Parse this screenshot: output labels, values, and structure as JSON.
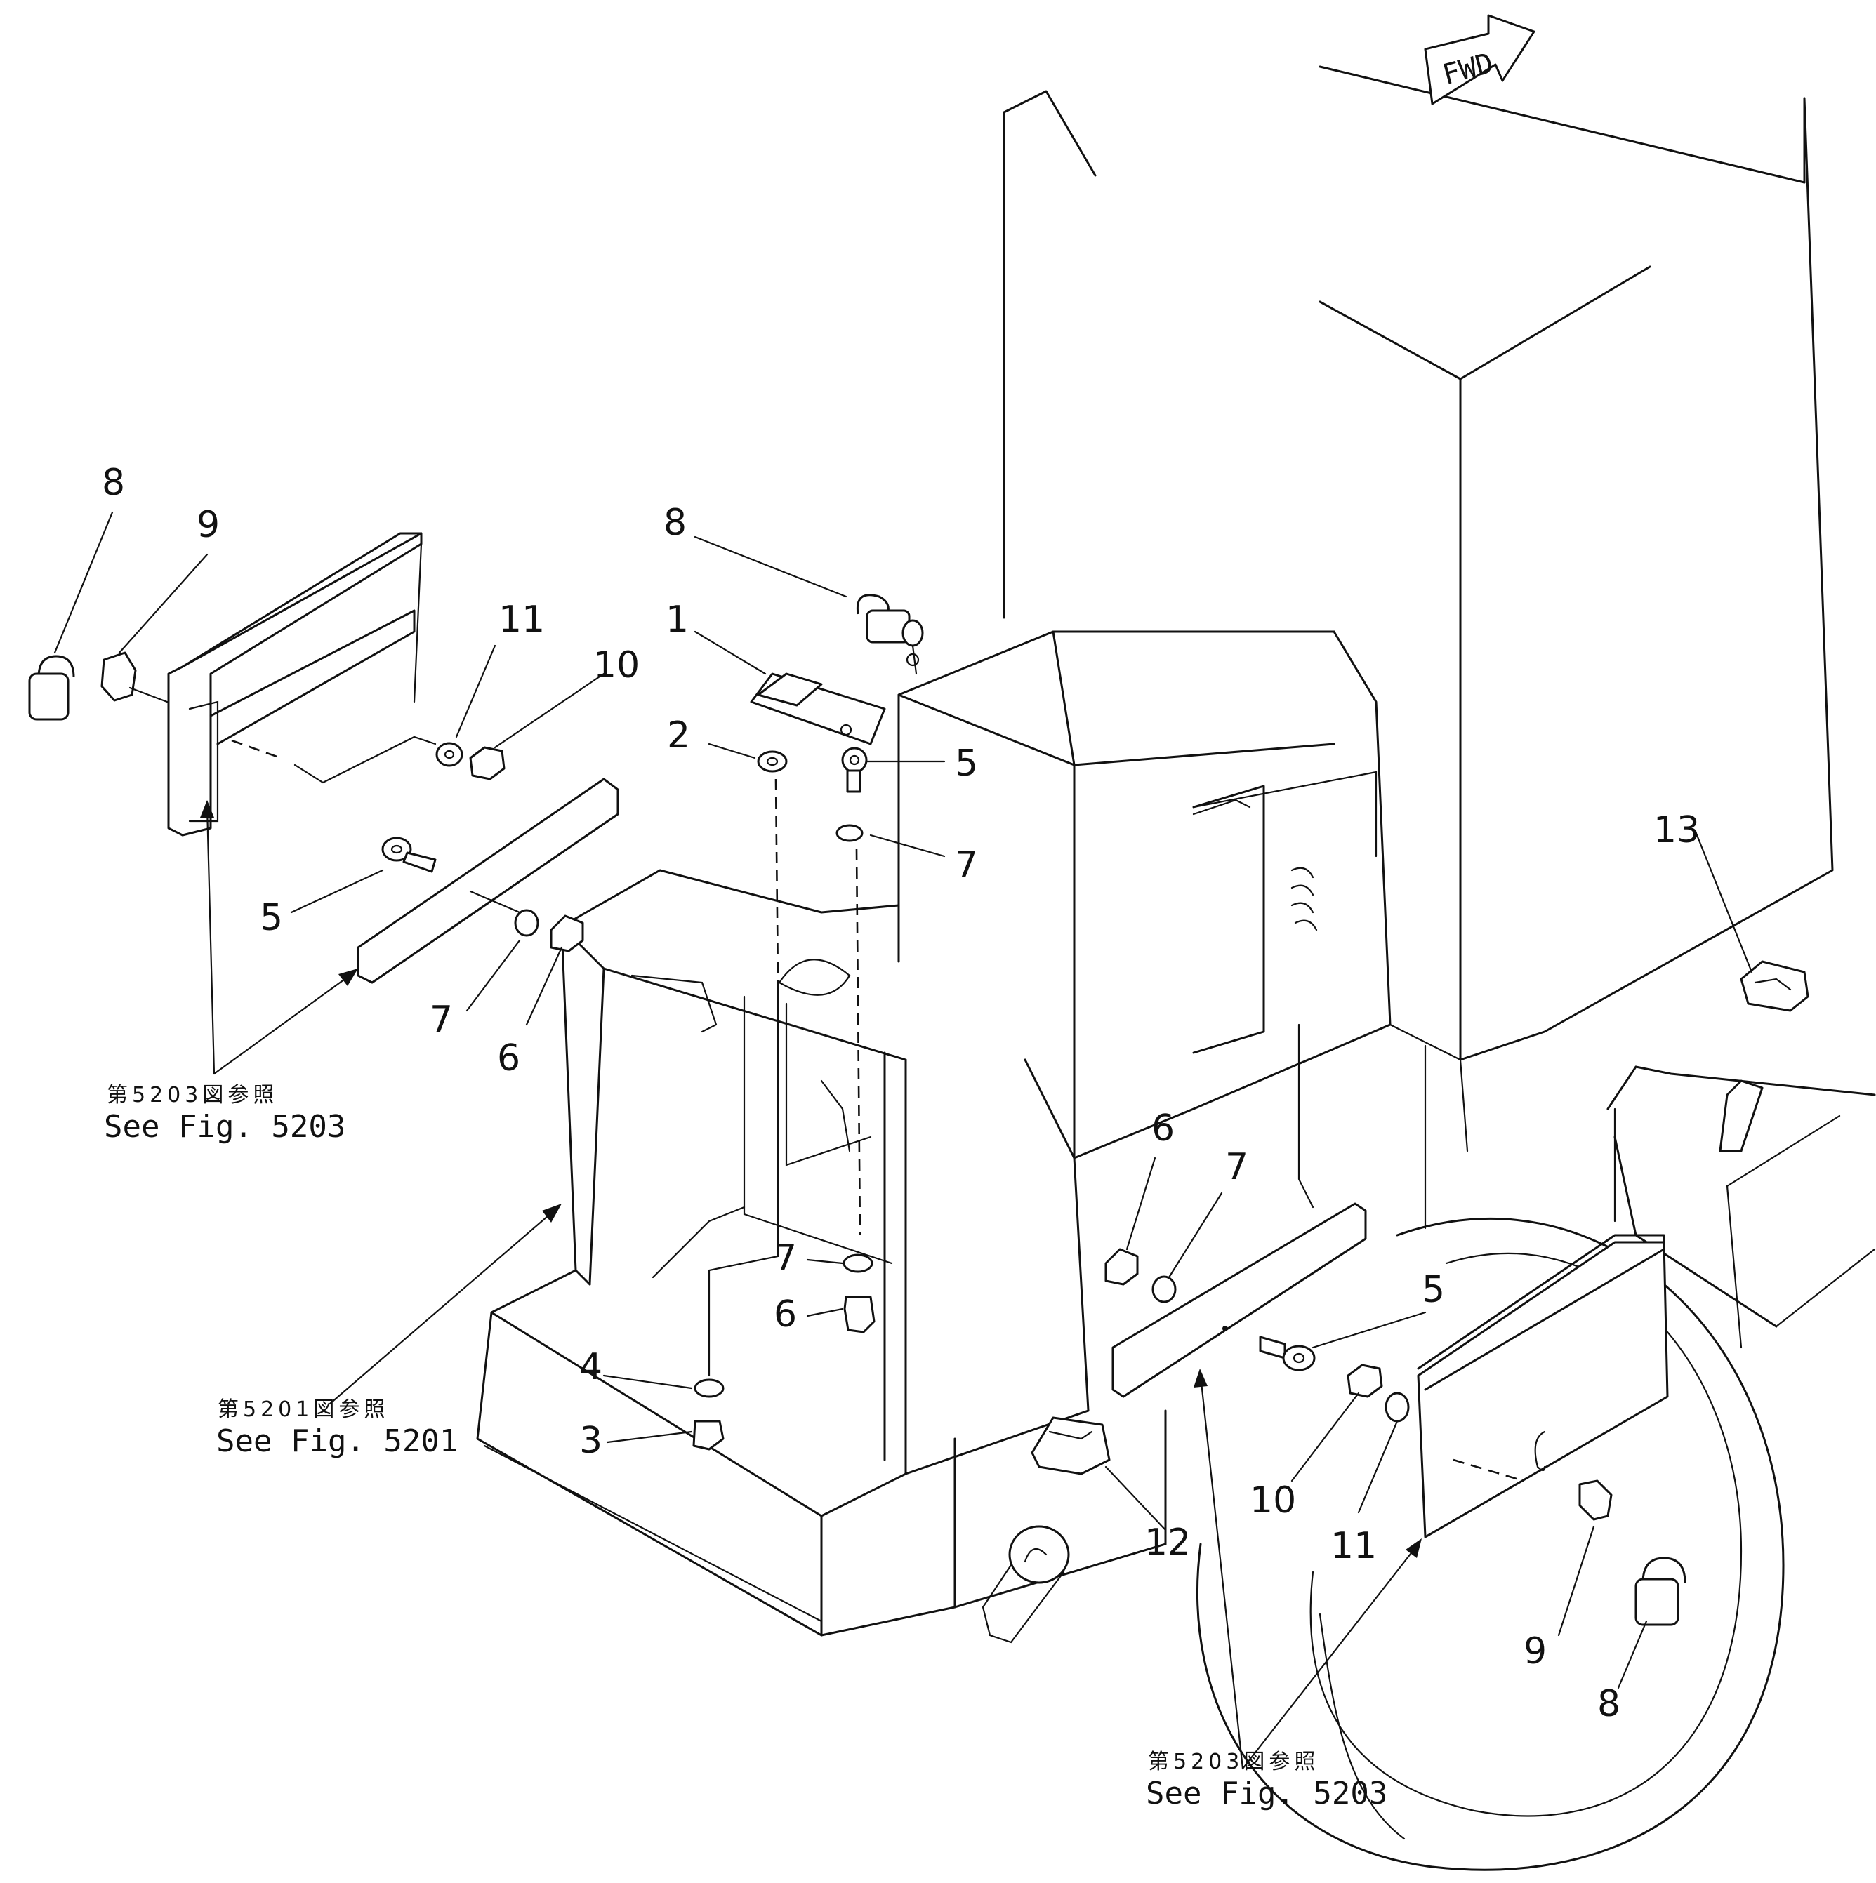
{
  "diagram": {
    "fwd_label": "FWD",
    "callouts": {
      "c1": "1",
      "c2": "2",
      "c3": "3",
      "c4": "4",
      "c5_top": "5",
      "c5_left": "5",
      "c5_right": "5",
      "c6_left": "6",
      "c6_center": "6",
      "c6_right": "6",
      "c7_top": "7",
      "c7_left": "7",
      "c7_center": "7",
      "c7_right": "7",
      "c8_left": "8",
      "c8_top": "8",
      "c8_right": "8",
      "c9_left": "9",
      "c9_right": "9",
      "c10_left": "10",
      "c10_right": "10",
      "c11_left": "11",
      "c11_right": "11",
      "c12": "12",
      "c13": "13"
    },
    "references": {
      "left_jp": "第5203図参照",
      "left_en": "See Fig. 5203",
      "center_jp": "第5201図参照",
      "center_en": "See Fig. 5201",
      "right_jp": "第5203図参照",
      "right_en": "See Fig. 5203"
    }
  }
}
